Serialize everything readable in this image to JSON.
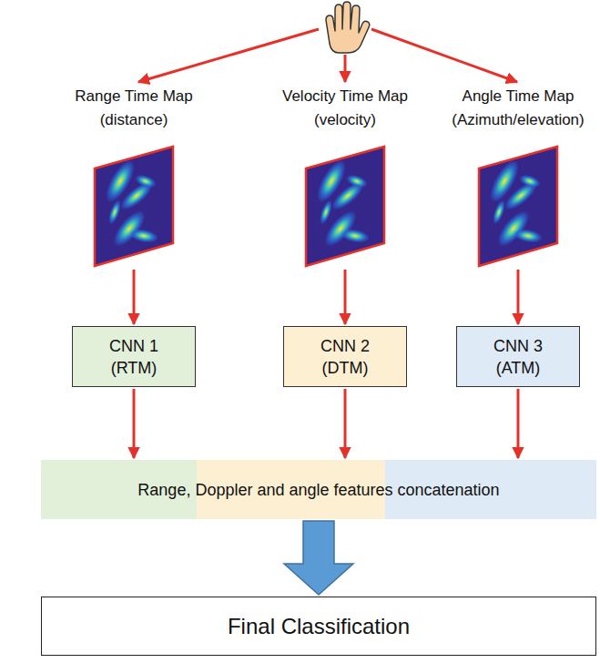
{
  "diagram": {
    "nodes": [
      {
        "text": [
          "Range Time Map (distance)"
        ]
      },
      {
        "text": [
          "Velocity Time Map (velocity)"
        ]
      },
      {
        "text": [
          "Angle Time Map (Azimuth/elevation)"
        ]
      },
      {
        "text": [
          "CNN 1 (RTM)"
        ]
      },
      {
        "text": [
          "CNN 2 (DTM)"
        ]
      },
      {
        "text": [
          "CNN 3 (ATM)"
        ]
      },
      {
        "text": [
          "Range, Doppler and angle features concatenation"
        ]
      },
      {
        "text": [
          "Final Classification"
        ]
      }
    ],
    "edges": [
      {
        "from": 0,
        "to": 3,
        "arrow": "to"
      },
      {
        "from": 1,
        "to": 4,
        "arrow": "to"
      },
      {
        "from": 2,
        "to": 5,
        "arrow": "to"
      },
      {
        "from": 3,
        "to": 6,
        "arrow": "to"
      },
      {
        "from": 4,
        "to": 6,
        "arrow": "to"
      },
      {
        "from": 5,
        "to": 6,
        "arrow": "to"
      },
      {
        "from": 6,
        "to": 7,
        "arrow": "to"
      }
    ]
  }
}
